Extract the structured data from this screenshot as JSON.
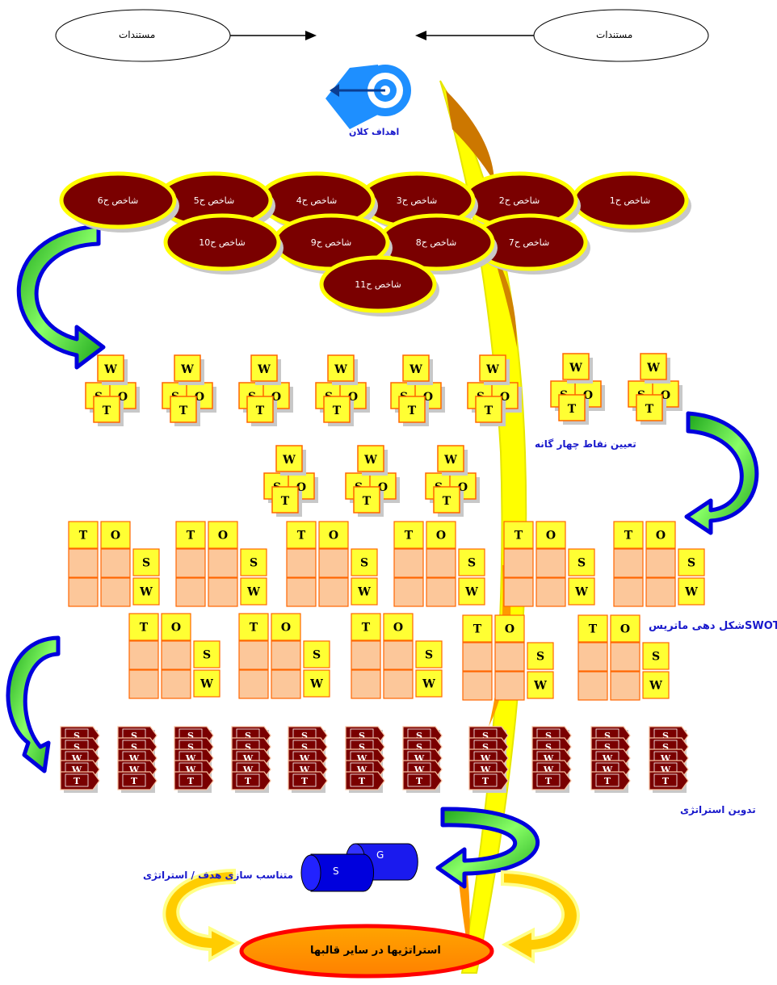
{
  "top": {
    "left_ellipse": "مستندات",
    "right_ellipse": "مستندات",
    "goal_label": "اهداف کلان"
  },
  "indicators": [
    "شاخص ح1",
    "شاخص ح2",
    "شاخص ح3",
    "شاخص ح4",
    "شاخص ح5",
    "شاخص ح6",
    "شاخص ح7",
    "شاخص ح8",
    "شاخص ح9",
    "شاخص ح10",
    "شاخص ح11"
  ],
  "swot_letters": {
    "w": "W",
    "s": "S",
    "o": "O",
    "t": "T"
  },
  "steps": {
    "four_points": "تعیین نقاط چهار گانه",
    "matrix": "شکل دهی ماتریسSWOT",
    "strategy": "تدوین استراتژی",
    "align": "متناسب سازی هدف / استراتژی"
  },
  "cylinder": {
    "s": "S",
    "g": "G"
  },
  "bottom": "استراتژیها در سایر قالبها",
  "strategy_stack_letters": [
    "S",
    "S",
    "W",
    "W",
    "T"
  ],
  "colors": {
    "maroon": "#7a0000",
    "yellow": "#ffff00",
    "peach": "#fcc79a",
    "orange": "#ff8c00",
    "blue": "#0000ee",
    "green": "#33dd33"
  }
}
